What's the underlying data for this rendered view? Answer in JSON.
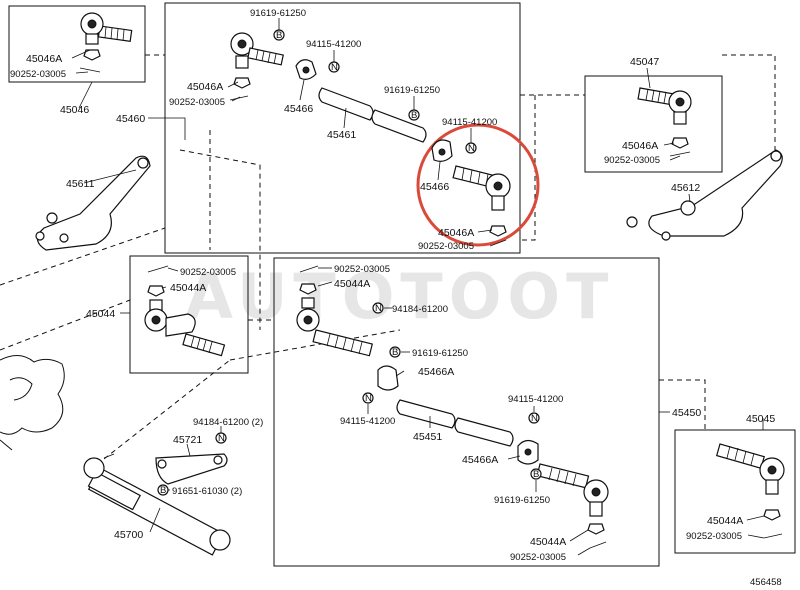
{
  "watermark": "AUTOTOOT",
  "diagram_id": "456458",
  "labels": {
    "p45046_top": "45046",
    "p45046a_top": "45046A",
    "p90252_top": "90252-03005",
    "p91619_a": "91619-61250",
    "p94115_a": "94115-41200",
    "p45046a_mid": "45046A",
    "p90252_mid": "90252-03005",
    "p45466_l": "45466",
    "p45460": "45460",
    "p45461": "45461",
    "p91619_b": "91619-61250",
    "p94115_b": "94115-41200",
    "p45466_r": "45466",
    "p45046a_low": "45046A",
    "p90252_low": "90252-03005",
    "p45611": "45611",
    "p45047": "45047",
    "p45046a_rt": "45046A",
    "p90252_rt": "90252-03005",
    "p45612": "45612",
    "p90252_l": "90252-03005",
    "p45044a_l": "45044A",
    "p45044": "45044",
    "p90252_c": "90252-03005",
    "p45044a_c": "45044A",
    "p94184_c": "94184-61200",
    "p91619_c": "91619-61250",
    "p45466a_c": "45466A",
    "p94115_c": "94115-41200",
    "p45451": "45451",
    "p94115_d": "94115-41200",
    "p45466a_d": "45466A",
    "p91619_d": "91619-61250",
    "p45450": "45450",
    "p45044a_d": "45044A",
    "p90252_d": "90252-03005",
    "p45045": "45045",
    "p45044a_r": "45044A",
    "p90252_r": "90252-03005",
    "p94184_l": "94184-61200 (2)",
    "p45721": "45721",
    "p91651": "91651-61030 (2)",
    "p45700": "45700"
  },
  "markers": {
    "b": "B",
    "n": "N"
  },
  "colors": {
    "line": "#111111",
    "highlight": "#d94a3a",
    "watermark": "#e6e6e6"
  }
}
